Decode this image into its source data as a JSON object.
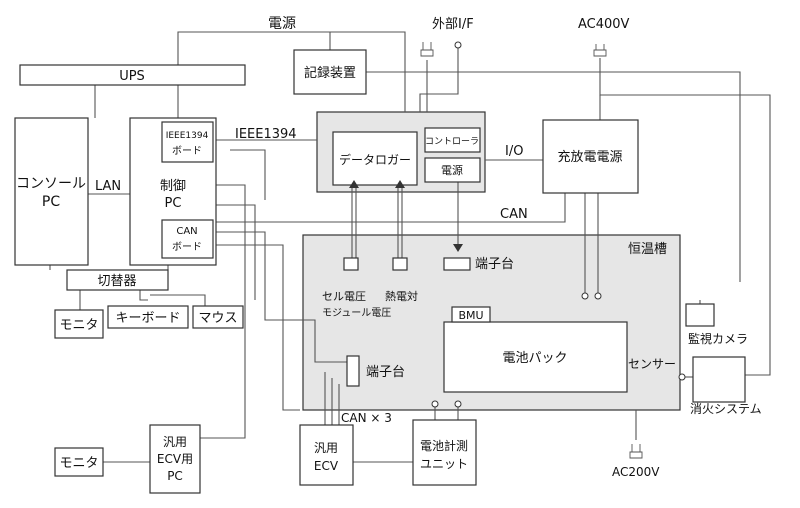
{
  "labels": {
    "power_top": "電源",
    "external_if": "外部I/F",
    "ac400": "AC400V",
    "ups": "UPS",
    "recorder": "記録装置",
    "ieee_board": "IEEE1394",
    "ieee_board_sub": "ボード",
    "ieee_line": "IEEE1394",
    "data_logger": "データロガー",
    "controller": "コントローラ",
    "logger_power": "電源",
    "io": "I/O",
    "charger": "充放電電源",
    "console_pc_1": "コンソール",
    "console_pc_2": "PC",
    "lan": "LAN",
    "control_pc_1": "制御",
    "control_pc_2": "PC",
    "can_board_1": "CAN",
    "can_board_2": "ボード",
    "can_line": "CAN",
    "chamber": "恒温槽",
    "terminal_top": "端子台",
    "cell_voltage": "セル電圧",
    "thermocouple": "熱電対",
    "module_voltage": "モジュール電圧",
    "switcher": "切替器",
    "monitor_left": "モニタ",
    "keyboard": "キーボード",
    "mouse": "マウス",
    "bmu": "BMU",
    "battery_pack": "電池パック",
    "sensor": "センサー",
    "camera": "監視カメラ",
    "fire_system": "消火システム",
    "terminal_mid": "端子台",
    "can_x3": "CAN × 3",
    "general_pc_1": "汎用",
    "general_pc_2": "ECV用",
    "general_pc_3": "PC",
    "monitor_bottom": "モニタ",
    "general_ecv_1": "汎用",
    "general_ecv_2": "ECV",
    "battery_unit_1": "電池計測",
    "battery_unit_2": "ユニット",
    "ac200": "AC200V"
  }
}
